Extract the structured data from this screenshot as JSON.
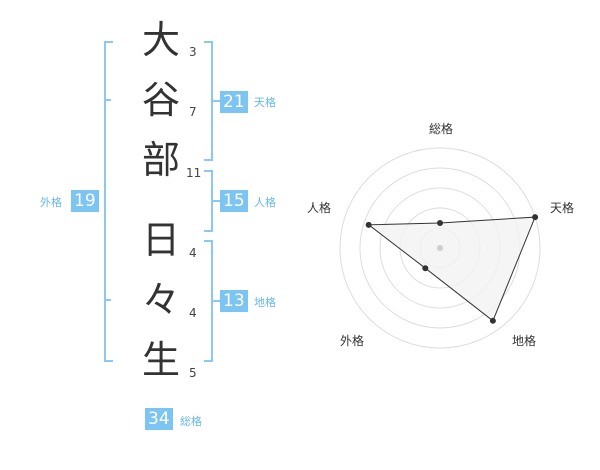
{
  "name": {
    "surname": [
      {
        "char": "大",
        "strokes": "3"
      },
      {
        "char": "谷",
        "strokes": "7"
      },
      {
        "char": "部",
        "strokes": "11"
      }
    ],
    "given": [
      {
        "char": "日",
        "strokes": "4"
      },
      {
        "char": "々",
        "strokes": "4"
      },
      {
        "char": "生",
        "strokes": "5"
      }
    ]
  },
  "fortunes": {
    "tenkaku": {
      "value": "21",
      "label": "天格"
    },
    "jinkaku": {
      "value": "15",
      "label": "人格"
    },
    "chikaku": {
      "value": "13",
      "label": "地格"
    },
    "gaikaku": {
      "value": "19",
      "label": "外格"
    },
    "soukaku": {
      "value": "34",
      "label": "総格"
    }
  },
  "radar": {
    "axes": [
      "総格",
      "天格",
      "地格",
      "外格",
      "人格"
    ],
    "values": [
      0.25,
      1.0,
      0.9,
      0.25,
      0.75
    ],
    "colors": {
      "fill": "#f2f2f2",
      "line": "#333333",
      "grid": "#dddddd",
      "center": "#cccccc"
    }
  }
}
